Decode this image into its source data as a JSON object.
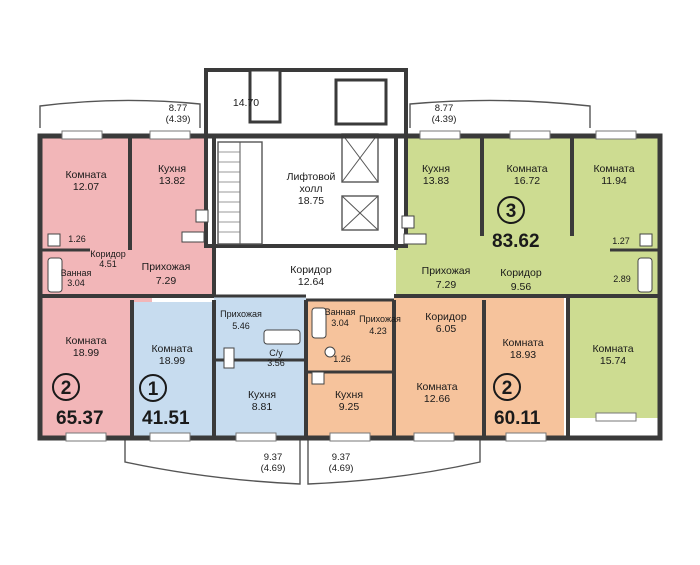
{
  "colors": {
    "apt_2_left": "#f2b6b8",
    "apt_1": "#c7dcef",
    "apt_2_right": "#f6c39c",
    "apt_3": "#cddc91",
    "common": "#ffffff",
    "walls": "#3a3a3a"
  },
  "balconies": {
    "top_left": {
      "area": "8.77",
      "half": "(4.39)"
    },
    "top_right": {
      "area": "8.77",
      "half": "(4.39)"
    },
    "bottom_left": {
      "area": "9.37",
      "half": "(4.69)"
    },
    "bottom_right": {
      "area": "9.37",
      "half": "(4.69)"
    }
  },
  "common": {
    "top_room": "14.70",
    "lift_hall": {
      "name_line1": "Лифтовой",
      "name_line2": "холл",
      "area": "18.75"
    },
    "corridor": {
      "name": "Коридор",
      "area": "12.64"
    }
  },
  "apartments": {
    "apt2_left": {
      "rooms_label": "2",
      "total": "65.37",
      "room_top": {
        "name": "Комната",
        "area": "12.07"
      },
      "kitchen": {
        "name": "Кухня",
        "area": "13.82"
      },
      "bath_small": {
        "area": "1.26"
      },
      "corridor": {
        "name": "Коридор",
        "area": "4.51"
      },
      "bathroom": {
        "name": "Ванная",
        "area": "3.04"
      },
      "hall": {
        "name": "Прихожая",
        "area": "7.29"
      },
      "room_bottom": {
        "name": "Комната",
        "area": "18.99"
      }
    },
    "apt1": {
      "rooms_label": "1",
      "total": "41.51",
      "hall": {
        "name": "Прихожая",
        "area": "5.46"
      },
      "room": {
        "name": "Комната",
        "area": "18.99"
      },
      "wc": {
        "name": "С/у",
        "area": "3.56"
      },
      "kitchen": {
        "name": "Кухня",
        "area": "8.81"
      }
    },
    "apt2_right": {
      "rooms_label": "2",
      "total": "60.11",
      "bathroom": {
        "name": "Ванная",
        "area": "3.04"
      },
      "hall": {
        "name": "Прихожая",
        "area": "4.23"
      },
      "toilet": {
        "area": "1.26"
      },
      "corridor": {
        "name": "Коридор",
        "area": "6.05"
      },
      "room_right": {
        "name": "Комната",
        "area": "18.93"
      },
      "room_mid": {
        "name": "Комната",
        "area": "12.66"
      },
      "kitchen": {
        "name": "Кухня",
        "area": "9.25"
      }
    },
    "apt3": {
      "rooms_label": "3",
      "total": "83.62",
      "kitchen": {
        "name": "Кухня",
        "area": "13.83"
      },
      "room_mid": {
        "name": "Комната",
        "area": "16.72"
      },
      "room_right": {
        "name": "Комната",
        "area": "11.94"
      },
      "toilet": {
        "area": "1.27"
      },
      "bathroom": {
        "area": "2.89"
      },
      "hall": {
        "name": "Прихожая",
        "area": "7.29"
      },
      "corridor": {
        "name": "Коридор",
        "area": "9.56"
      },
      "room_bottom": {
        "name": "Комната",
        "area": "15.74"
      }
    }
  }
}
